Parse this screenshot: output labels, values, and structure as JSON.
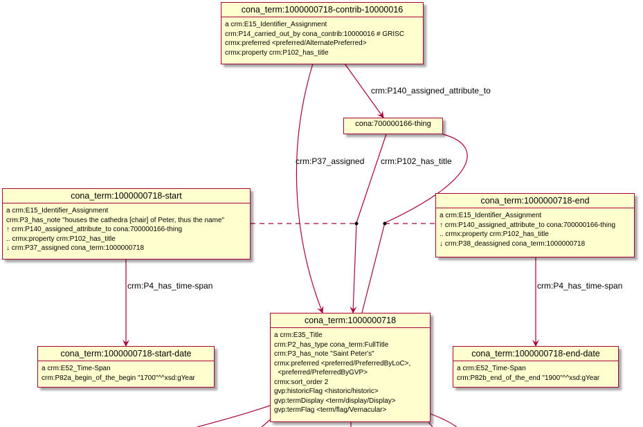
{
  "nodes": {
    "contrib": {
      "title": "cona_term:1000000718-contrib-10000016",
      "lines": [
        "a crm:E15_Identifier_Assignment",
        "crm:P14_carried_out_by cona_contrib:10000016 # GRISC",
        "crmx:preferred <preferred/AlternatePreferred>",
        "crmx:property crm:P102_has_title"
      ]
    },
    "thing": {
      "title": "cona:700000166-thing"
    },
    "start": {
      "title": "cona_term:1000000718-start",
      "lines": [
        "a crm:E15_Identifier_Assignment",
        "crm:P3_has_note \"houses the cathedra [chair] of Peter, thus the name\"",
        "↑ crm:P140_assigned_attribute_to cona:700000166-thing",
        ".. crmx:property crm:P102_has_title",
        "↓ crm:P37_assigned cona_term:1000000718"
      ]
    },
    "end": {
      "title": "cona_term:1000000718-end",
      "lines": [
        "a crm:E15_Identifier_Assignment",
        "↑ crm:P140_assigned_attribute_to cona:700000166-thing",
        ".. crmx:property crm:P102_has_title",
        "↓ crm:P38_deassigned cona_term:1000000718"
      ]
    },
    "term": {
      "title": "cona_term:1000000718",
      "lines": [
        "a crm:E35_Title",
        "crm:P2_has_type cona_term:FullTitle",
        "crm:P3_has_note \"Saint Peter's\"",
        "crmx:preferred <preferred/PreferredByLoC>,",
        "  <preferred/PreferredByGVP>",
        "crmx:sort_order 2",
        "gvp:historicFlag <historic/historic>",
        "gvp:termDisplay <term/display/Display>",
        "gvp:termFlag <term/flag/Vernacular>"
      ]
    },
    "start_date": {
      "title": "cona_term:1000000718-start-date",
      "lines": [
        "a crm:E52_Time-Span",
        "crm:P82a_begin_of_the_begin \"1700\"^^xsd:gYear"
      ]
    },
    "end_date": {
      "title": "cona_term:1000000718-end-date",
      "lines": [
        "a crm:E52_Time-Span",
        "crm:P82b_end_of_the_end \"1900\"^^xsd:gYear"
      ]
    }
  },
  "edges": {
    "p140": "crm:P140_assigned_attribute_to",
    "p37": "crm:P37_assigned",
    "p102": "crm:P102_has_title",
    "p4_start": "crm:P4_has_time-span",
    "p4_end": "crm:P4_has_time-span"
  },
  "colors": {
    "node_fill": "#fefece",
    "border": "#a80036"
  }
}
